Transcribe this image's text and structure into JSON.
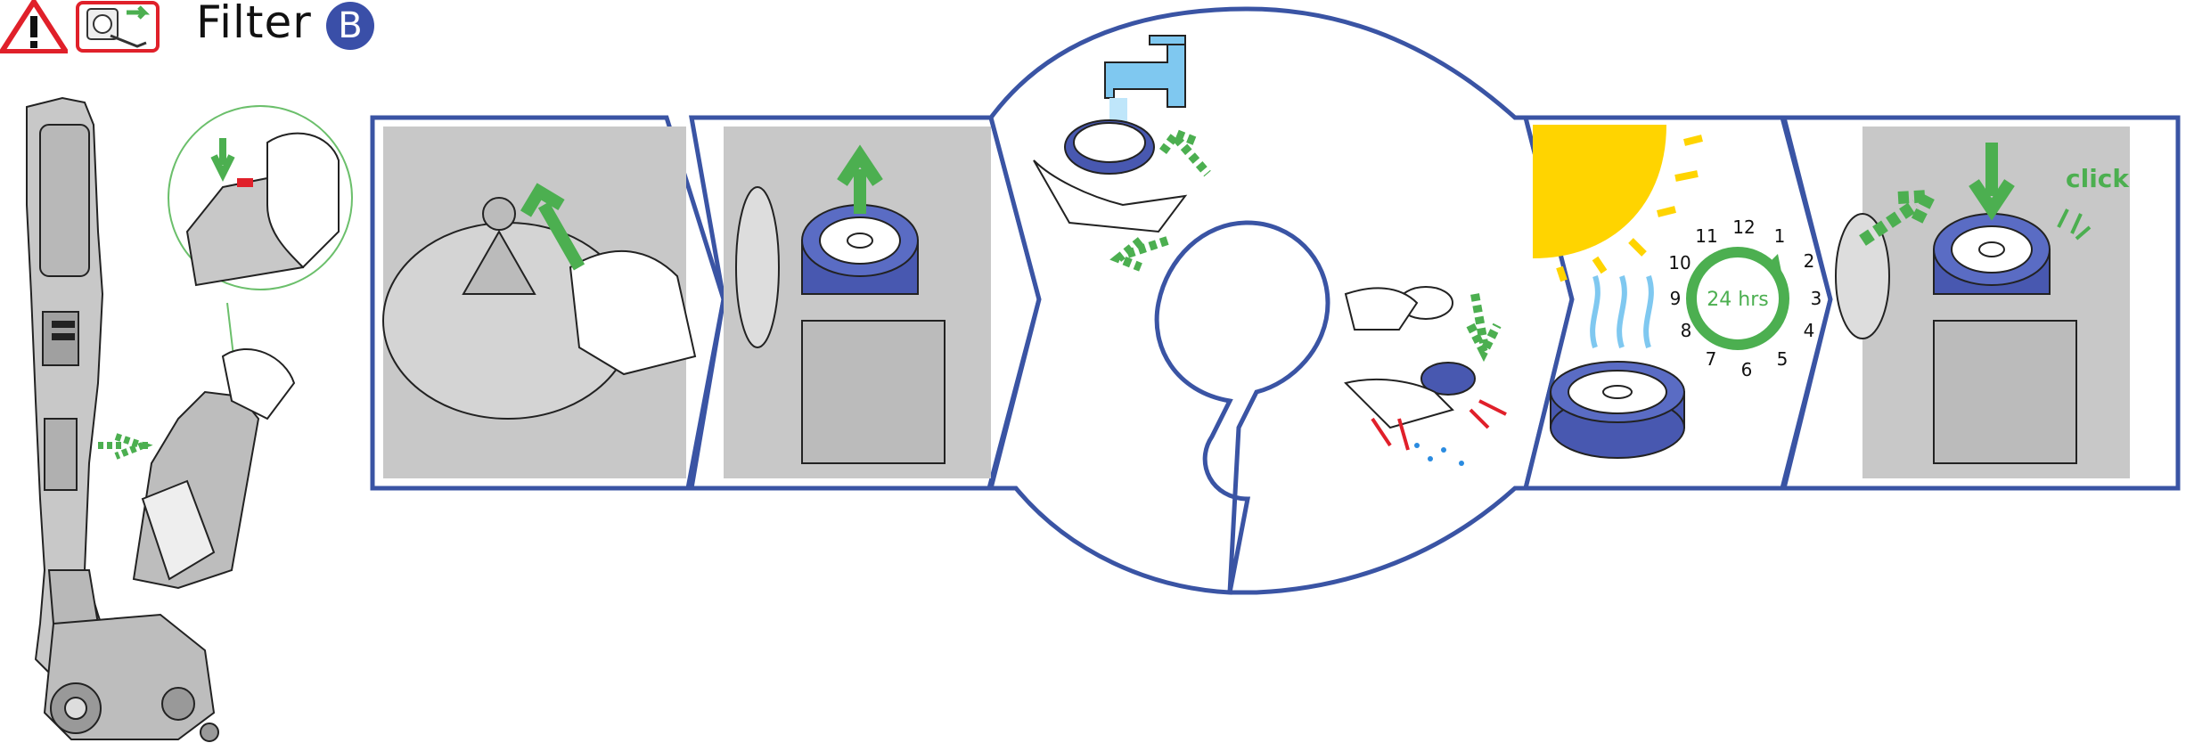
{
  "header": {
    "title": "Filter",
    "badge": "B",
    "warning_icon": "warning-triangle-icon",
    "unplug_icon": "unplug-socket-icon"
  },
  "step_drying": {
    "clock_numbers": [
      "12",
      "1",
      "2",
      "3",
      "4",
      "5",
      "6",
      "7",
      "8",
      "9",
      "10",
      "11"
    ],
    "duration_label": "24 hrs"
  },
  "step_refit": {
    "click_label": "click"
  },
  "colors": {
    "frame_blue": "#3a54a4",
    "arrow_green": "#4caf50",
    "filter_blue": "#4858b0",
    "machine_grey": "#c8c8c8",
    "sun_yellow": "#ffd400",
    "water_blue": "#7fc8f0",
    "warning_red": "#e0202a"
  }
}
